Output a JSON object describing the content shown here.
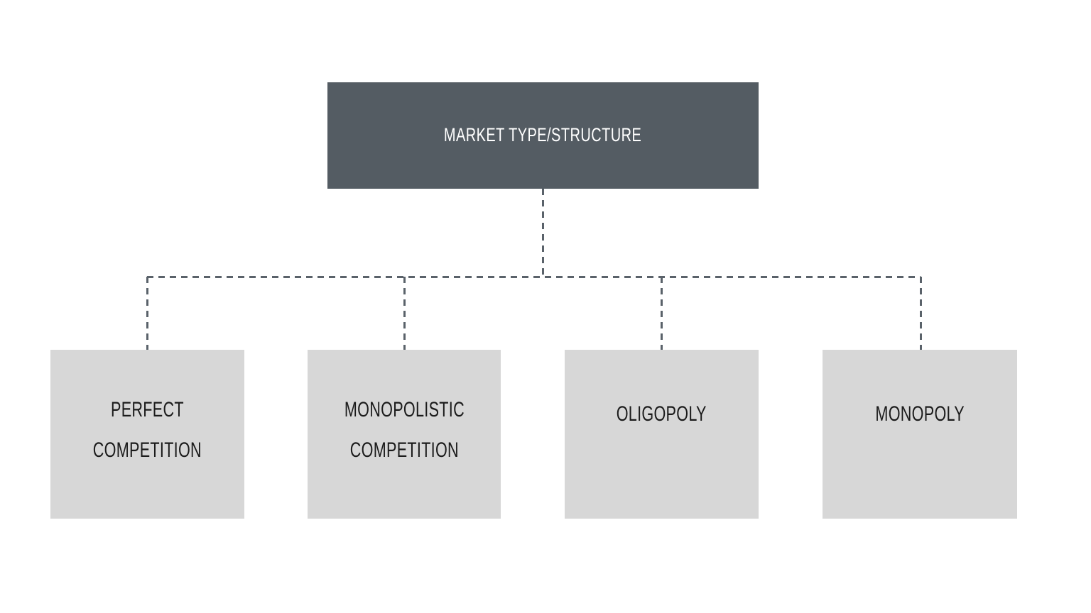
{
  "diagram": {
    "type": "hierarchy-tree",
    "orientation": "top-down",
    "background_color": "#ffffff",
    "root": {
      "label": "MARKET TYPE/STRUCTURE",
      "fill_color": "#545c63",
      "text_color": "#ffffff"
    },
    "children": [
      {
        "label_line1": "PERFECT",
        "label_line2": "COMPETITION",
        "label_full": "PERFECT COMPETITION",
        "fill_color": "#d7d7d7",
        "text_color": "#1b1b1b"
      },
      {
        "label_line1": "MONOPOLISTIC",
        "label_line2": "COMPETITION",
        "label_full": "MONOPOLISTIC COMPETITION",
        "fill_color": "#d7d7d7",
        "text_color": "#1b1b1b"
      },
      {
        "label_line1": "OLIGOPOLY",
        "label_line2": "",
        "label_full": "OLIGOPOLY",
        "fill_color": "#d7d7d7",
        "text_color": "#1b1b1b"
      },
      {
        "label_line1": "MONOPOLY",
        "label_line2": "",
        "label_full": "MONOPOLY",
        "fill_color": "#d7d7d7",
        "text_color": "#1b1b1b"
      }
    ],
    "connectors": {
      "style": "dashed",
      "color": "#5a626a",
      "width": 3,
      "dash_pattern": "9 7"
    }
  }
}
